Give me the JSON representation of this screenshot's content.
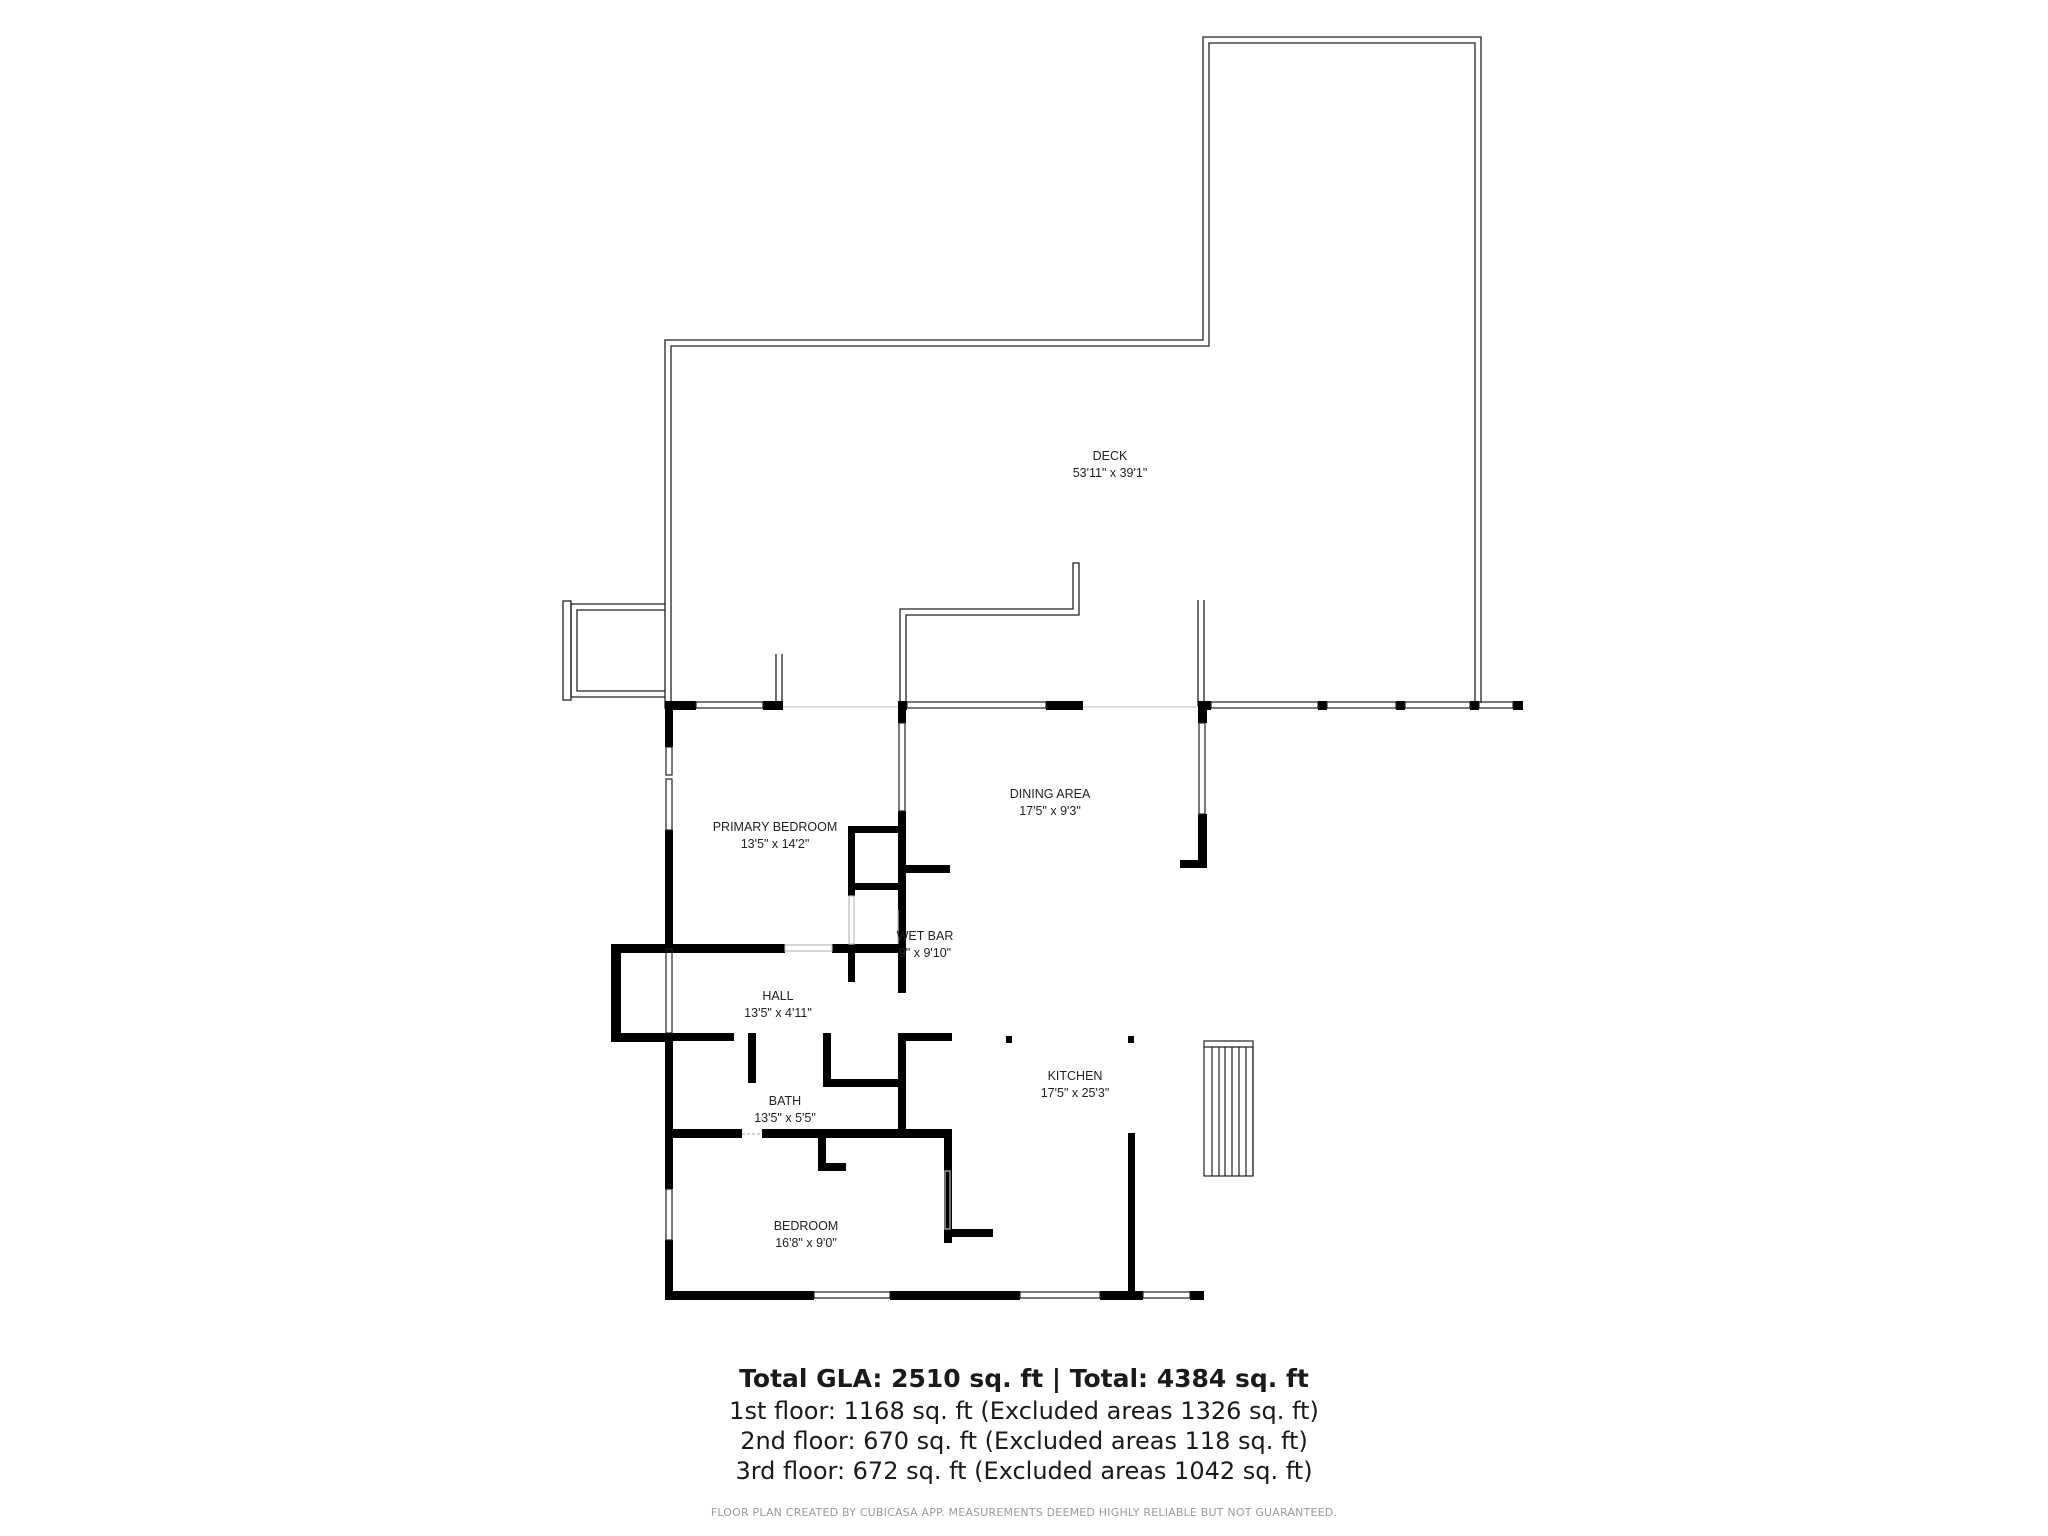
{
  "rooms": {
    "deck": {
      "name": "DECK",
      "dims": "53'11\" x 39'1\""
    },
    "dining": {
      "name": "DINING AREA",
      "dims": "17'5\" x 9'3\""
    },
    "primary_bedroom": {
      "name": "PRIMARY BEDROOM",
      "dims": "13'5\" x 14'2\""
    },
    "wet_bar": {
      "name": "WET BAR",
      "dims": "9\" x 9'10\""
    },
    "hall": {
      "name": "HALL",
      "dims": "13'5\" x 4'11\""
    },
    "bath": {
      "name": "BATH",
      "dims": "13'5\" x 5'5\""
    },
    "kitchen": {
      "name": "KITCHEN",
      "dims": "17'5\" x 25'3\""
    },
    "bedroom": {
      "name": "BEDROOM",
      "dims": "16'8\" x 9'0\""
    }
  },
  "summary": {
    "total": "Total GLA: 2510 sq. ft | Total: 4384 sq. ft",
    "floor1": "1st floor: 1168 sq. ft (Excluded areas 1326 sq. ft)",
    "floor2": "2nd floor: 670 sq. ft (Excluded areas 118 sq. ft)",
    "floor3": "3rd floor: 672 sq. ft (Excluded areas 1042 sq. ft)",
    "disclaimer": "FLOOR PLAN CREATED BY CUBICASA APP. MEASUREMENTS DEEMED HIGHLY RELIABLE BUT NOT GUARANTEED."
  },
  "colors": {
    "wall": "#000000",
    "outline": "#222222",
    "text": "#1a1a1a",
    "disclaimer": "#9a9a9a"
  }
}
